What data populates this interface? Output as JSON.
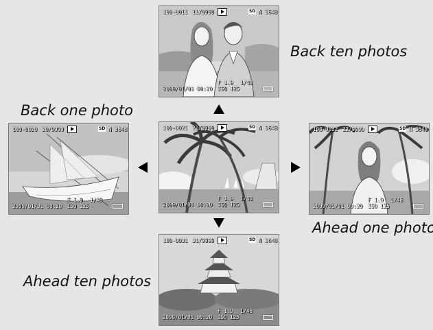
{
  "captions": {
    "back_ten": "Back ten photos",
    "back_one": "Back one photo",
    "ahead_one": "Ahead one photo",
    "ahead_ten": "Ahead ten photos"
  },
  "photos": {
    "top": {
      "file": "100-0011",
      "count": "11/9999",
      "quality": "N",
      "size": "3648",
      "fnum": "F 1.9",
      "shutter": "1/48",
      "iso": "ISO 125",
      "datetime": "2009/01/01 00:20"
    },
    "left": {
      "file": "100-0020",
      "count": "20/9999",
      "quality": "N",
      "size": "3648",
      "fnum": "F 1.9",
      "shutter": "1/48",
      "iso": "ISO 125",
      "datetime": "2009/01/01 00:20"
    },
    "center": {
      "file": "100-0021",
      "count": "21/9999",
      "quality": "N",
      "size": "3648",
      "fnum": "F 1.9",
      "shutter": "1/48",
      "iso": "ISO 125",
      "datetime": "2009/01/01 00:20"
    },
    "right": {
      "file": "100-0022",
      "count": "22/9999",
      "quality": "N",
      "size": "3648",
      "fnum": "F 1.9",
      "shutter": "1/48",
      "iso": "ISO 125",
      "datetime": "2009/01/01 00:20"
    },
    "bottom": {
      "file": "100-0031",
      "count": "31/9999",
      "quality": "N",
      "size": "3648",
      "fnum": "F 1.9",
      "shutter": "1/48",
      "iso": "ISO 125",
      "datetime": "2009/01/01 00:20"
    }
  },
  "osd": {
    "sd_label": "SD"
  },
  "icons": {
    "up": "triangle-up-icon",
    "down": "triangle-down-icon",
    "left": "triangle-left-icon",
    "right": "triangle-right-icon",
    "play": "playback-icon",
    "battery": "battery-icon"
  }
}
